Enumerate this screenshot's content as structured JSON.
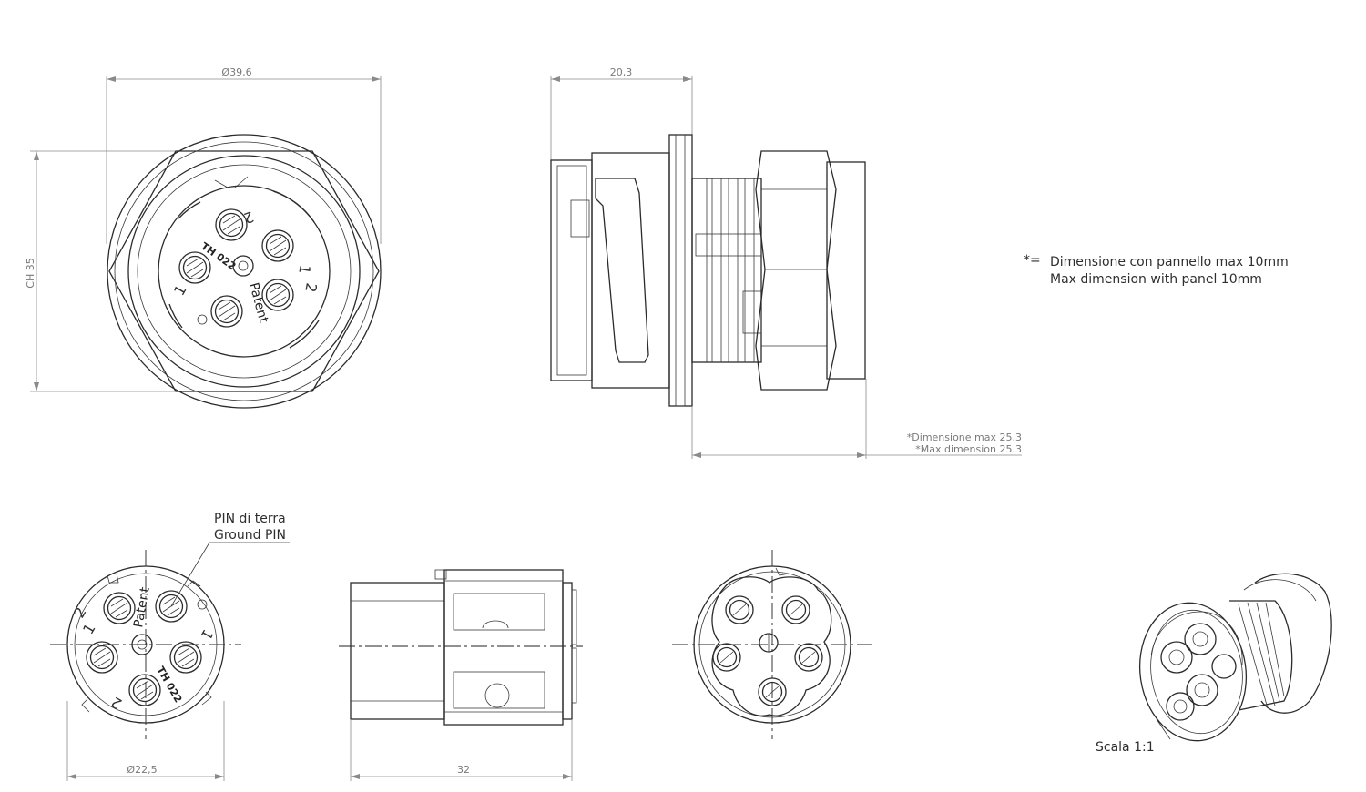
{
  "dimensions": {
    "diameter_front": "Ø39,6",
    "hex_across_flats": "CH 35",
    "side_depth": "20,3",
    "max_note_it": "*Dimensione max 25.3",
    "max_note_en": "*Max dimension 25.3",
    "diameter_plug": "Ø22,5",
    "plug_length": "32"
  },
  "legend": {
    "star_symbol": "*=",
    "line_it": "Dimensione con pannello max 10mm",
    "line_en": "Max dimension with panel 10mm"
  },
  "callout": {
    "line1": "PIN di terra",
    "line2": "Ground PIN"
  },
  "markings": {
    "model": "TH 022",
    "patent": "Patent",
    "pin_1": "1",
    "pin_2": "2"
  },
  "scale": "Scala 1:1"
}
